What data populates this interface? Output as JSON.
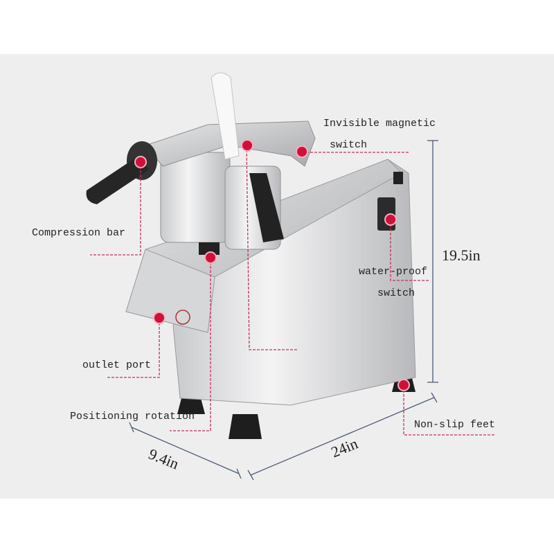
{
  "callouts": {
    "magnetic_switch_line1": "Invisible magnetic",
    "magnetic_switch_line2": "switch",
    "compression_bar": "Compression bar",
    "waterproof_line1": "water-proof",
    "waterproof_line2": "switch",
    "outlet_port": "outlet port",
    "positioning_rotation": "Positioning rotation",
    "non_slip_feet": "Non-slip feet"
  },
  "dimensions": {
    "height": "19.5in",
    "depth": "9.4in",
    "width": "24in"
  },
  "colors": {
    "marker": "#d0103a",
    "dimension_line": "#4a5a7a",
    "background": "#efeeee"
  }
}
